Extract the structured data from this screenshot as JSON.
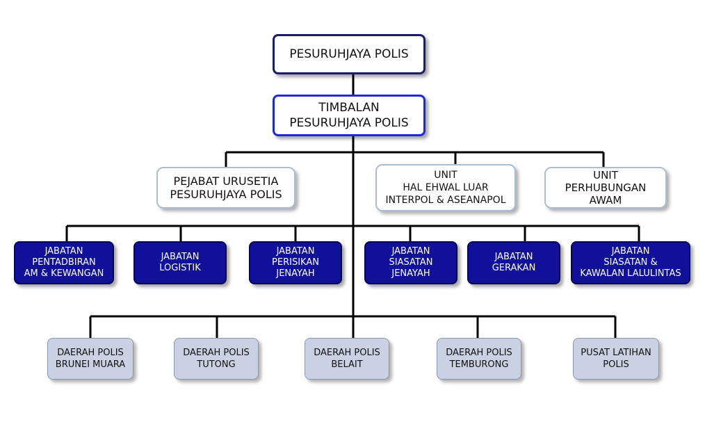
{
  "nodes": {
    "commissioner": [
      "PESURUHJAYA POLIS"
    ],
    "deputy": [
      "TIMBALAN",
      "PESURUHJAYA POLIS"
    ],
    "secretariat": [
      "PEJABAT URUSETIA",
      "PESURUHJAYA POLIS"
    ],
    "foreign_affairs": [
      "UNIT",
      "HAL EHWAL LUAR",
      "INTERPOL & ASEANAPOL"
    ],
    "public_relations": [
      "UNIT",
      "PERHUBUNGAN",
      "AWAM"
    ],
    "dept_admin": [
      "JABATAN",
      "PENTADBIRAN",
      "AM & KEWANGAN"
    ],
    "dept_logistics": [
      "JABATAN",
      "LOGISTIK"
    ],
    "dept_intel": [
      "JABATAN",
      "PERISIKAN",
      "JENAYAH"
    ],
    "dept_cid": [
      "JABATAN",
      "SIASATAN",
      "JENAYAH"
    ],
    "dept_ops": [
      "JABATAN",
      "GERAKAN"
    ],
    "dept_traffic": [
      "JABATAN",
      "SIASATAN &",
      "KAWALAN LALULINTAS"
    ],
    "district_bm": [
      "DAERAH POLIS",
      "BRUNEI MUARA"
    ],
    "district_tutong": [
      "DAERAH POLIS",
      "TUTONG"
    ],
    "district_belait": [
      "DAERAH POLIS",
      "BELAIT"
    ],
    "district_temburong": [
      "DAERAH POLIS",
      "TEMBURONG"
    ],
    "training": [
      "PUSAT LATIHAN",
      "POLIS"
    ]
  },
  "colors": {
    "line": "#000000",
    "commissioner_border": "#1b1b6e",
    "deputy_border": "#1a2ad8",
    "unit_border": "#a9bcd8",
    "department_fill": "#10109a",
    "district_fill": "#c9d1e2"
  }
}
